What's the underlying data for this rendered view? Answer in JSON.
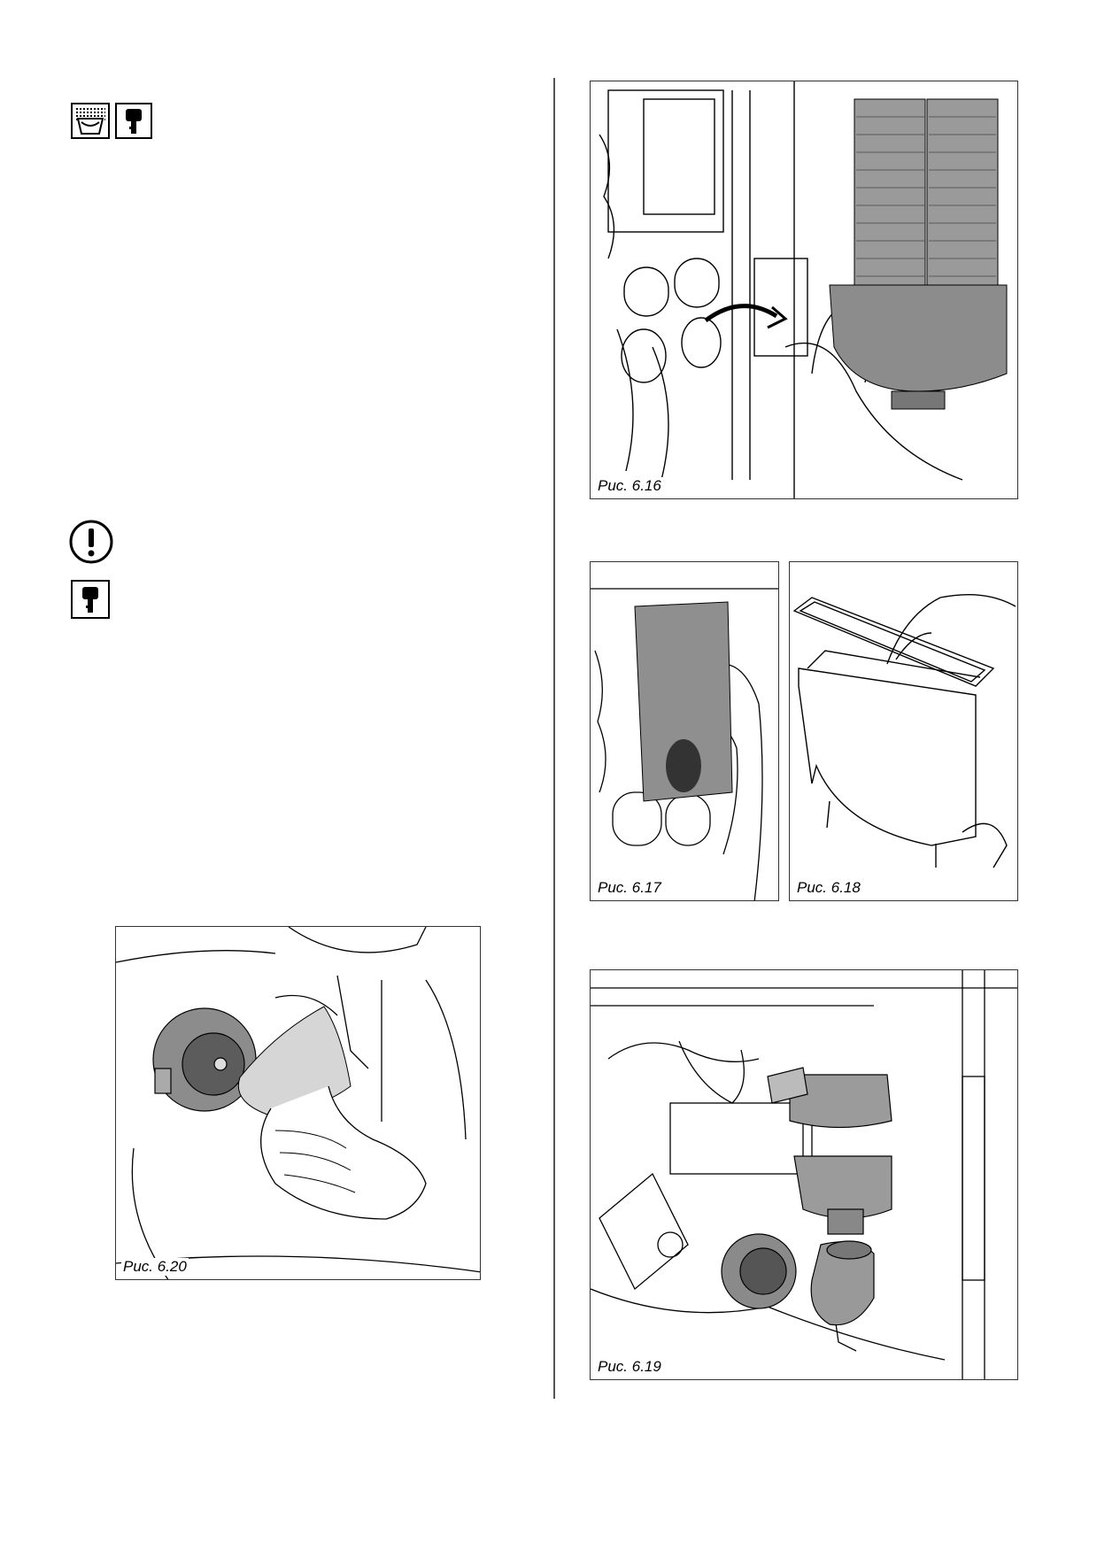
{
  "icons": {
    "top_cleaning": "cleaning-icon",
    "top_key": "key-icon",
    "warning": "exclamation-icon",
    "key": "key-icon"
  },
  "figures": {
    "f616": "Рис. 6.16",
    "f617": "Рис. 6.17",
    "f618": "Рис. 6.18",
    "f619": "Рис. 6.19",
    "f620": "Рис. 6.20"
  }
}
